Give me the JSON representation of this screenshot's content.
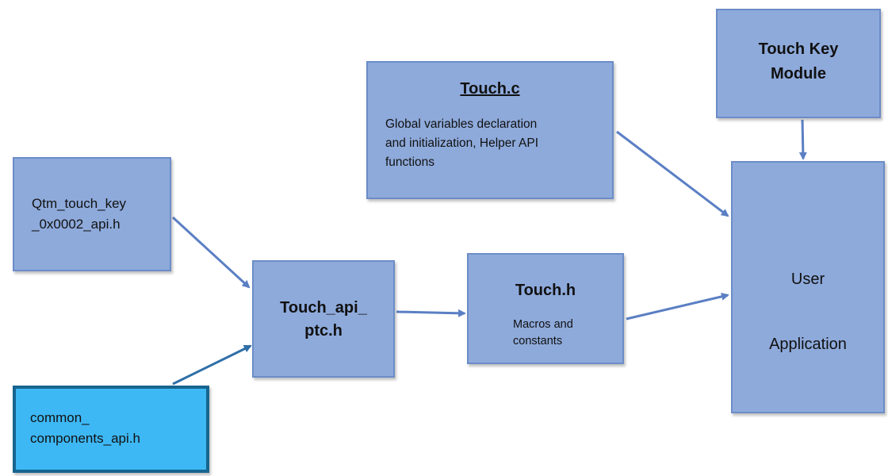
{
  "boxes": {
    "qtm": {
      "text_line1": "Qtm_touch_key",
      "text_line2": "_0x0002_api.h"
    },
    "common": {
      "text_line1": "common_",
      "text_line2": "components_api.h"
    },
    "touch_api": {
      "title_line1": "Touch_api_",
      "title_line2": "ptc.h"
    },
    "touch_h": {
      "title": "Touch.h",
      "desc_line1": "Macros and",
      "desc_line2": "constants"
    },
    "touch_c": {
      "title": "Touch.c",
      "desc_line1": "Global variables declaration",
      "desc_line2": "and initialization, Helper API",
      "desc_line3": "functions"
    },
    "touch_key": {
      "title_line1": "Touch Key",
      "title_line2": "Module"
    },
    "user_app": {
      "text_line1": "User",
      "text_line2": "Application"
    }
  },
  "colors": {
    "box_fill": "#8eaadb",
    "box_border": "#6b8cc7",
    "highlight_fill": "#3db8f5",
    "highlight_border": "#17658f",
    "arrow": "#5b7fc4",
    "arrow_dark": "#2e6fa8"
  },
  "edges": [
    {
      "from": "qtm",
      "to": "touch_api"
    },
    {
      "from": "common",
      "to": "touch_api"
    },
    {
      "from": "touch_api",
      "to": "touch_h"
    },
    {
      "from": "touch_h",
      "to": "user_app"
    },
    {
      "from": "touch_c",
      "to": "user_app"
    },
    {
      "from": "touch_key",
      "to": "user_app"
    }
  ]
}
